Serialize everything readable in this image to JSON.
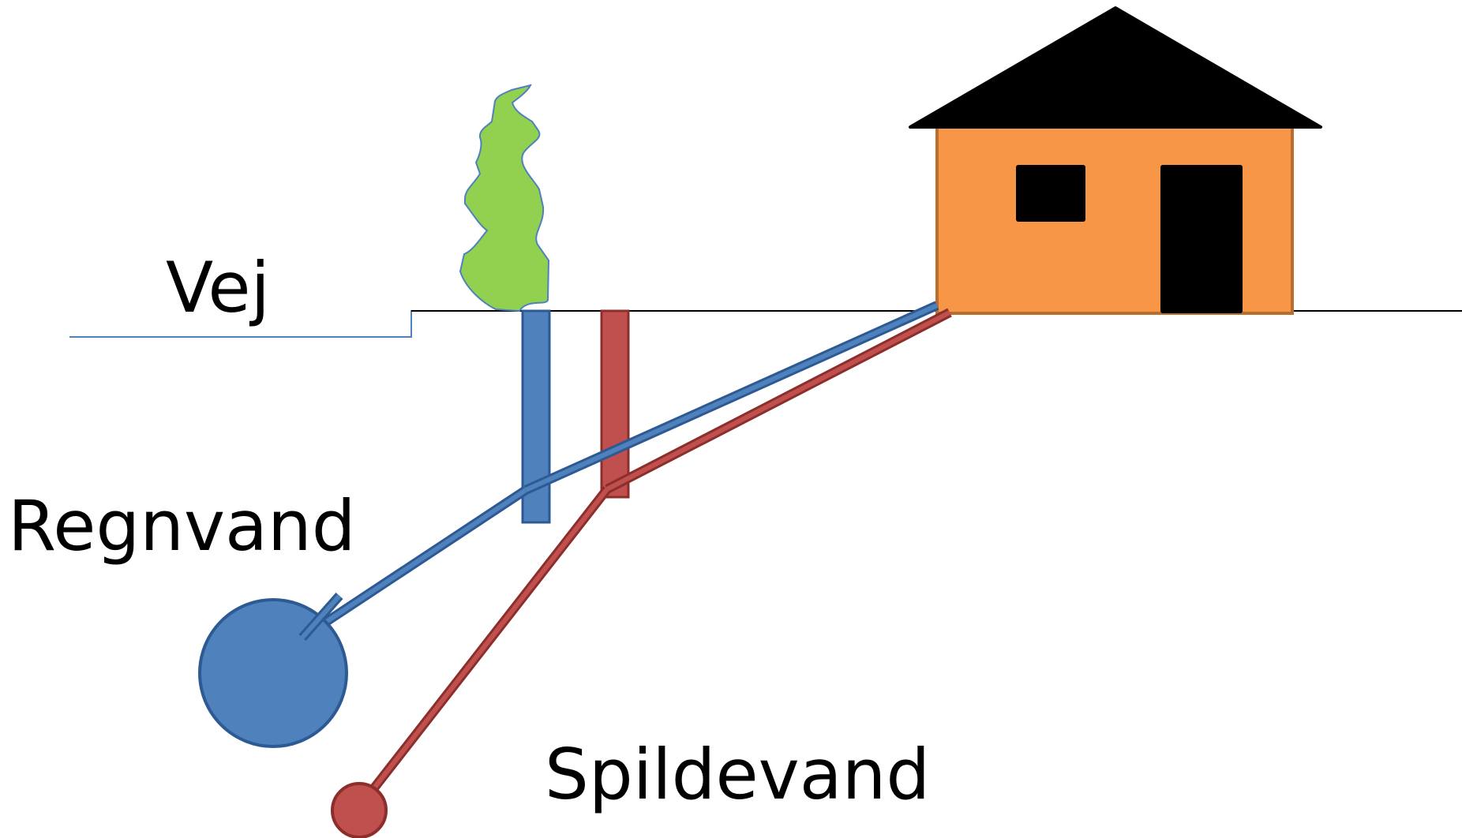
{
  "labels": {
    "road": "Vej",
    "rainwater": "Regnvand",
    "wastewater": "Spildevand"
  },
  "colors": {
    "rainwater_pipe": "#4F81BD",
    "rainwater_stroke": "#2E5A93",
    "wastewater_pipe": "#C0504D",
    "wastewater_stroke": "#8C2F2C",
    "house_wall": "#F79646",
    "house_wall_stroke": "#B96E2E",
    "roof": "#000000",
    "tree": "#92D050",
    "road_line": "#4F81BD",
    "ground_line": "#000000"
  },
  "icons": {
    "house": "house-icon",
    "tree": "tree-icon"
  }
}
